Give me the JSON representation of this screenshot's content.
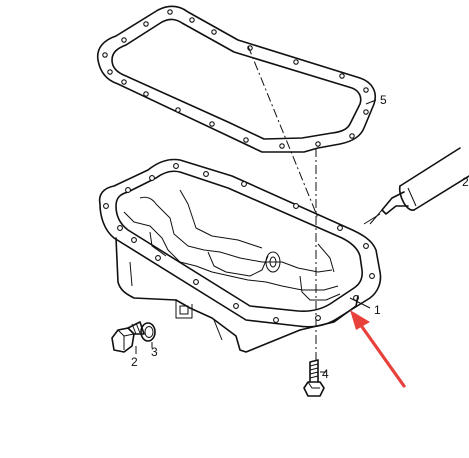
{
  "callouts": {
    "oil_pan": "1",
    "drain_plug": "2",
    "sealant_tube": "2",
    "washer": "3",
    "bolt": "4",
    "gasket": "5"
  },
  "colors": {
    "line": "#111111",
    "arrow": "#e8413c",
    "background": "#ffffff"
  },
  "icons": {
    "pointer": "red-arrow-icon"
  }
}
